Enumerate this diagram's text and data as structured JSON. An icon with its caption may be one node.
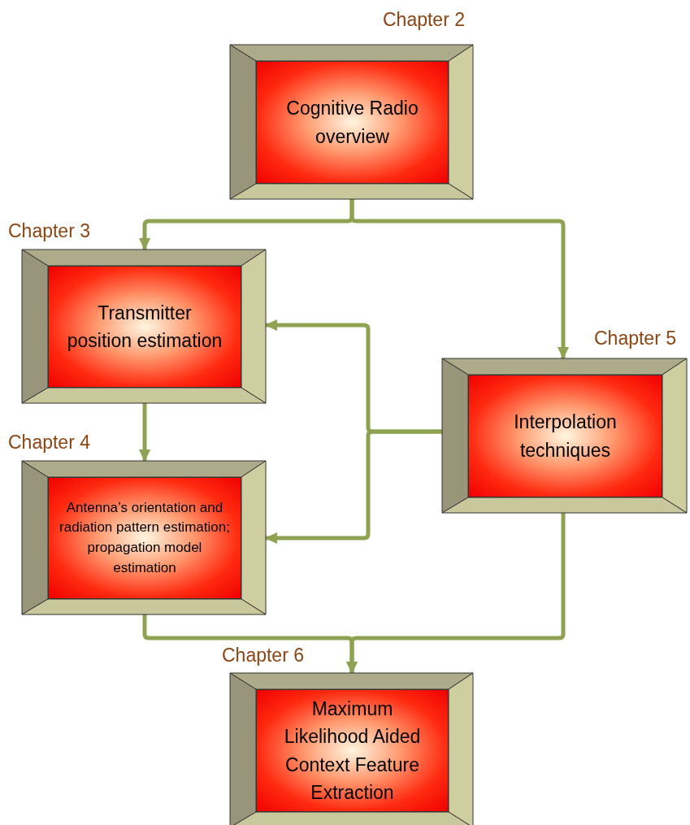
{
  "diagram": {
    "nodes": [
      {
        "text": [
          "Chapter 2",
          "Cognitive Radio overview"
        ]
      },
      {
        "text": [
          "Chapter 3",
          "Transmitter position estimation"
        ]
      },
      {
        "text": [
          "Chapter 4",
          "Antenna’s orientation and radiation pattern estimation; propagation model estimation"
        ]
      },
      {
        "text": [
          "Chapter 5",
          "Interpolation techniques"
        ]
      },
      {
        "text": [
          "Chapter 6",
          "Maximum Likelihood Aided Context Feature Extraction"
        ]
      }
    ],
    "edges": [
      {
        "from": 0,
        "to": 1,
        "arrow": "to"
      },
      {
        "from": 0,
        "to": 3,
        "arrow": "to"
      },
      {
        "from": 1,
        "to": 2,
        "arrow": "to"
      },
      {
        "from": 3,
        "to": 1,
        "arrow": "to"
      },
      {
        "from": 3,
        "to": 2,
        "arrow": "to"
      },
      {
        "from": 2,
        "to": 4,
        "arrow": "to"
      },
      {
        "from": 3,
        "to": 4,
        "arrow": "to"
      }
    ]
  }
}
